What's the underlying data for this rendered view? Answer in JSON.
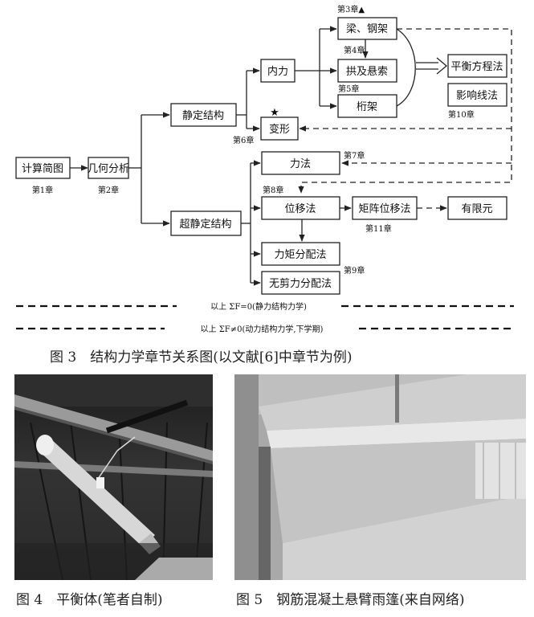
{
  "diagram": {
    "nodes": {
      "calc": "计算简图",
      "geo": "几何分析",
      "static": "静定结构",
      "hyper": "超静定结构",
      "internal": "内力",
      "deform": "变形",
      "beam": "梁、钢架",
      "arch": "拱及悬索",
      "truss": "桁架",
      "balance": "平衡方程法",
      "influence": "影响线法",
      "force": "力法",
      "disp": "位移法",
      "matrix": "矩阵位移法",
      "fem": "有限元",
      "moment": "力矩分配法",
      "shear": "无剪力分配法"
    },
    "chapters": {
      "c1": "第1章",
      "c2": "第2章",
      "c3": "第3章▲",
      "c4": "第4章",
      "c5": "第5章",
      "c6": "第6章",
      "c7": "第7章",
      "c8": "第8章",
      "c9": "第9章",
      "c10": "第10章",
      "c11": "第11章"
    },
    "star": "★",
    "line1_text": "以上 ΣF=0(静力结构力学)",
    "line2_text": "以上 ΣF≠0(动力结构力学,下学期)"
  },
  "captions": {
    "fig3": "图 3　结构力学章节关系图(以文献[6]中章节为例)",
    "fig4": "图 4　平衡体(笔者自制)",
    "fig5": "图 5　钢筋混凝土悬臂雨篷(来自网络)"
  },
  "colors": {
    "line": "#222222",
    "photo_dark": "#2a2a2a",
    "photo_light": "#cfcfcf"
  }
}
